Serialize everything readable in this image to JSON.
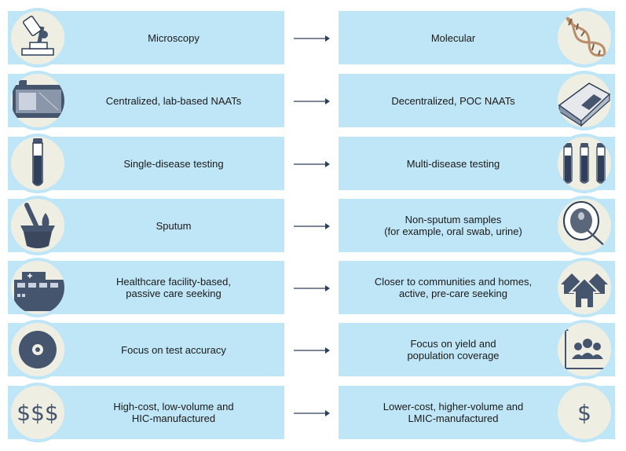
{
  "colors": {
    "panel": "#bfe6f6",
    "circle": "#eeeee3",
    "icon": "#46556e",
    "arrow": "#2d3e55"
  },
  "rows": [
    {
      "left": "Microscopy",
      "right": "Molecular",
      "left_icon": "microscope-icon",
      "right_icon": "dna-icon"
    },
    {
      "left": "Centralized, lab-based NAATs",
      "right": "Decentralized, POC NAATs",
      "left_icon": "lab-machine-icon",
      "right_icon": "poc-device-icon"
    },
    {
      "left": "Single-disease testing",
      "right": "Multi-disease testing",
      "left_icon": "single-tube-icon",
      "right_icon": "multi-tube-icon"
    },
    {
      "left": "Sputum",
      "right": "Non-sputum samples\n(for example, oral swab, urine)",
      "left_icon": "sputum-cup-icon",
      "right_icon": "oral-swab-icon"
    },
    {
      "left": "Healthcare facility-based,\npassive care seeking",
      "right": "Closer to communities and homes,\nactive, pre-care seeking",
      "left_icon": "hospital-icon",
      "right_icon": "homes-icon"
    },
    {
      "left": "Focus on test accuracy",
      "right": "Focus on yield and\npopulation coverage",
      "left_icon": "target-icon",
      "right_icon": "population-chart-icon"
    },
    {
      "left": "High-cost, low-volume and\nHIC-manufactured",
      "right": "Lower-cost, higher-volume and\nLMIC-manufactured",
      "left_icon": "triple-dollar-icon",
      "right_icon": "dollar-icon"
    }
  ],
  "icon_text": {
    "triple_dollar": "$$$",
    "single_dollar": "$"
  }
}
